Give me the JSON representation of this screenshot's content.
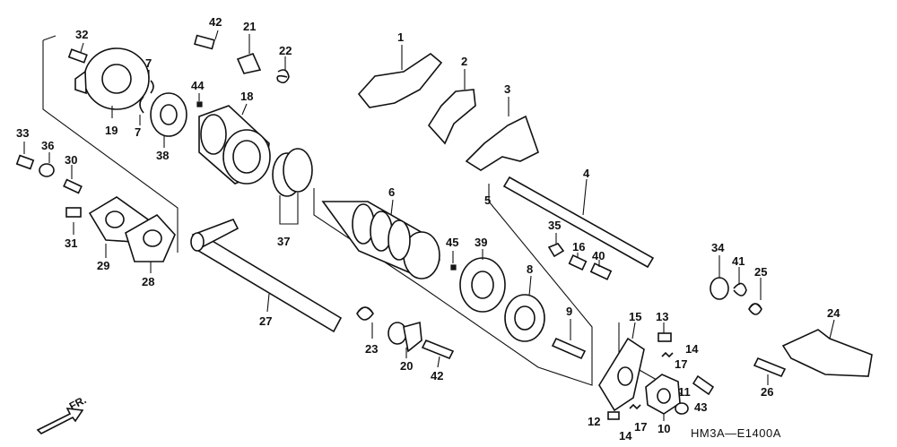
{
  "diagram": {
    "code": "HM3A—E1400A",
    "direction_label": "FR.",
    "callouts": {
      "p1": "1",
      "p2": "2",
      "p3": "3",
      "p4": "4",
      "p5": "5",
      "p6": "6",
      "p7a": "7",
      "p7b": "7",
      "p8": "8",
      "p9": "9",
      "p10": "10",
      "p11": "11",
      "p12": "12",
      "p13": "13",
      "p14a": "14",
      "p14b": "14",
      "p15": "15",
      "p16": "16",
      "p17a": "17",
      "p17b": "17",
      "p18": "18",
      "p19": "19",
      "p20": "20",
      "p21": "21",
      "p22": "22",
      "p23": "23",
      "p24": "24",
      "p25": "25",
      "p26": "26",
      "p27": "27",
      "p28": "28",
      "p29": "29",
      "p30": "30",
      "p31": "31",
      "p32": "32",
      "p33": "33",
      "p34": "34",
      "p35": "35",
      "p36": "36",
      "p37": "37",
      "p38": "38",
      "p39": "39",
      "p40": "40",
      "p41": "41",
      "p42a": "42",
      "p42b": "42",
      "p43": "43",
      "p44": "44",
      "p45": "45"
    }
  }
}
